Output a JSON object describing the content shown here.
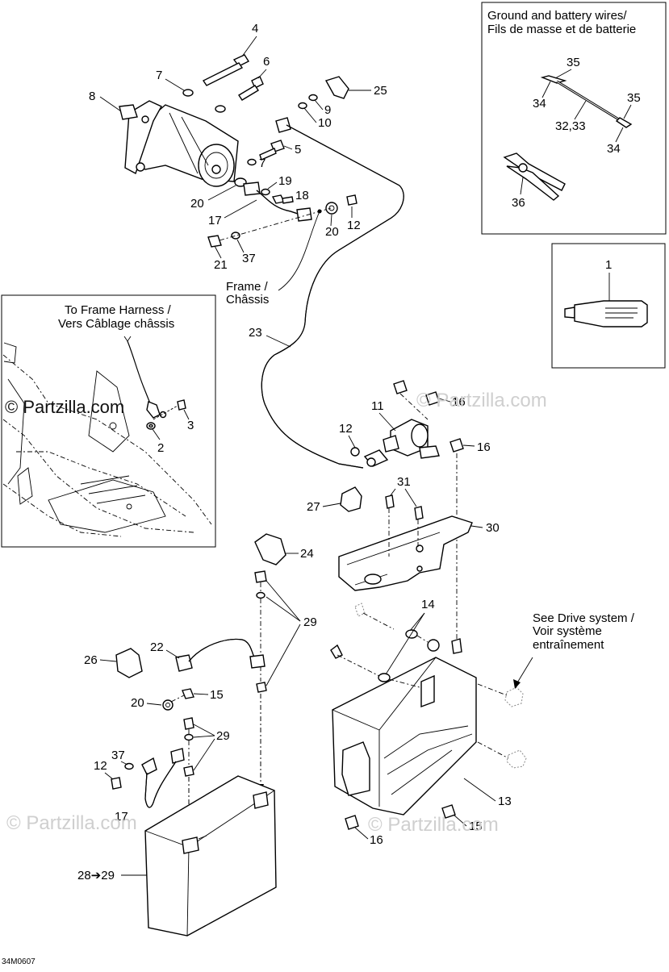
{
  "diagram": {
    "ref_code": "34M0607",
    "watermark": "© Partzilla.com",
    "inset_wires": {
      "title_line1": "Ground and battery wires/",
      "title_line2": "Fils de masse et de batterie"
    },
    "inset_frame": {
      "title_line1": "To Frame Harness /",
      "title_line2": "Vers Câblage châssis"
    },
    "frame_label_line1": "Frame /",
    "frame_label_line2": "Châssis",
    "drive_label_line1": "See Drive system /",
    "drive_label_line2": "Voir système",
    "drive_label_line3": "entraînement",
    "callouts": {
      "c4": "4",
      "c6": "6",
      "c7a": "7",
      "c8": "8",
      "c25": "25",
      "c9": "9",
      "c10": "10",
      "c5": "5",
      "c7b": "7",
      "c19": "19",
      "c18": "18",
      "c20a": "20",
      "c17a": "17",
      "c20b": "20",
      "c12a": "12",
      "c21": "21",
      "c37a": "37",
      "c35a": "35",
      "c34a": "34",
      "c35b": "35",
      "c3233": "32,33",
      "c34b": "34",
      "c36": "36",
      "c1": "1",
      "c23": "23",
      "c2": "2",
      "c3": "3",
      "c16a": "16",
      "c11": "11",
      "c12b": "12",
      "c16b": "16",
      "c31": "31",
      "c27": "27",
      "c30": "30",
      "c24": "24",
      "c29a": "29",
      "c14": "14",
      "c22": "22",
      "c26": "26",
      "c20c": "20",
      "c15a": "15",
      "c29b": "29",
      "c37b": "37",
      "c12c": "12",
      "c17b": "17",
      "c13": "13",
      "c15b": "15",
      "c16c": "16",
      "c2829": "28➔29"
    }
  }
}
